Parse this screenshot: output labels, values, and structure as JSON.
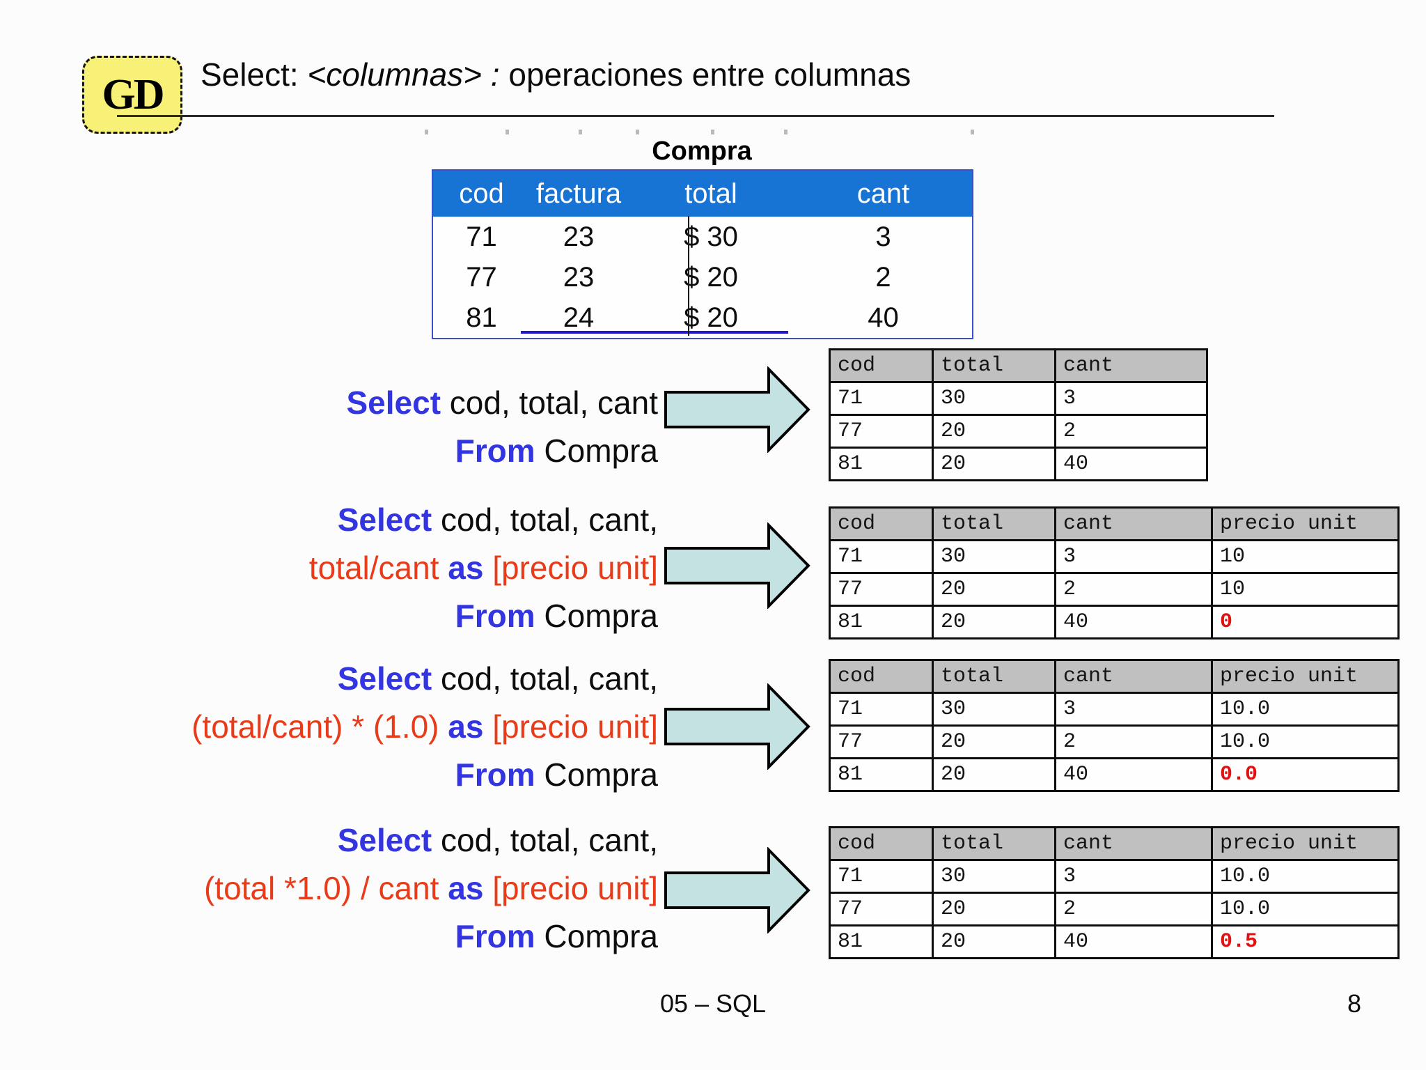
{
  "header": {
    "logo_text": "GD",
    "title": {
      "prefix": "Select: ",
      "italic": "<columnas> :",
      "suffix": " operaciones entre columnas"
    }
  },
  "compra_table": {
    "title": "Compra",
    "headers": [
      "cod",
      "factura",
      "total",
      "cant"
    ],
    "rows": [
      [
        "71",
        "23",
        "$ 30",
        "3"
      ],
      [
        "77",
        "23",
        "$ 20",
        "2"
      ],
      [
        "81",
        "24",
        "$ 20",
        "40"
      ]
    ]
  },
  "colors": {
    "keyword_blue": "#3335e0",
    "expression_red": "#e83b1a",
    "result_red": "#e11212",
    "compra_header_blue": "#1773d4",
    "result_header_gray": "#c0c0c0",
    "arrow_fill": "#c4e2e2",
    "logo_yellow": "#f8f178"
  },
  "examples": [
    {
      "query_lines": [
        [
          {
            "t": "Select",
            "c": "kw"
          },
          {
            "t": " cod, total, cant",
            "c": "plain"
          }
        ],
        [
          {
            "t": "From",
            "c": "kw"
          },
          {
            "t": " Compra",
            "c": "plain"
          }
        ]
      ],
      "result": {
        "headers": [
          "cod",
          "total",
          "cant"
        ],
        "rows": [
          [
            "71",
            "30",
            "3"
          ],
          [
            "77",
            "20",
            "2"
          ],
          [
            "81",
            "20",
            "40"
          ]
        ]
      }
    },
    {
      "query_lines": [
        [
          {
            "t": "Select",
            "c": "kw"
          },
          {
            "t": " cod, total, cant,",
            "c": "plain"
          }
        ],
        [
          {
            "t": "total/cant ",
            "c": "red"
          },
          {
            "t": "as",
            "c": "kw"
          },
          {
            "t": " [precio unit]",
            "c": "red"
          }
        ],
        [
          {
            "t": "From",
            "c": "kw"
          },
          {
            "t": " Compra",
            "c": "plain"
          }
        ]
      ],
      "result": {
        "headers": [
          "cod",
          "total",
          "cant",
          "precio unit"
        ],
        "rows": [
          [
            "71",
            "30",
            "3",
            "10"
          ],
          [
            "77",
            "20",
            "2",
            "10"
          ],
          [
            "81",
            "20",
            "40",
            {
              "v": "0",
              "red": true
            }
          ]
        ]
      }
    },
    {
      "query_lines": [
        [
          {
            "t": "Select",
            "c": "kw"
          },
          {
            "t": " cod, total, cant,",
            "c": "plain"
          }
        ],
        [
          {
            "t": "(total/cant) * (1.0) ",
            "c": "red"
          },
          {
            "t": "as",
            "c": "kw"
          },
          {
            "t": " [precio unit]",
            "c": "red"
          }
        ],
        [
          {
            "t": "From",
            "c": "kw"
          },
          {
            "t": " Compra",
            "c": "plain"
          }
        ]
      ],
      "result": {
        "headers": [
          "cod",
          "total",
          "cant",
          "precio unit"
        ],
        "rows": [
          [
            "71",
            "30",
            "3",
            "10.0"
          ],
          [
            "77",
            "20",
            "2",
            "10.0"
          ],
          [
            "81",
            "20",
            "40",
            {
              "v": "0.0",
              "red": true
            }
          ]
        ]
      }
    },
    {
      "query_lines": [
        [
          {
            "t": "Select",
            "c": "kw"
          },
          {
            "t": " cod, total, cant,",
            "c": "plain"
          }
        ],
        [
          {
            "t": "(total *1.0) / cant ",
            "c": "red"
          },
          {
            "t": "as",
            "c": "kw"
          },
          {
            "t": " [precio unit]",
            "c": "red"
          }
        ],
        [
          {
            "t": "From",
            "c": "kw"
          },
          {
            "t": " Compra",
            "c": "plain"
          }
        ]
      ],
      "result": {
        "headers": [
          "cod",
          "total",
          "cant",
          "precio unit"
        ],
        "rows": [
          [
            "71",
            "30",
            "3",
            "10.0"
          ],
          [
            "77",
            "20",
            "2",
            "10.0"
          ],
          [
            "81",
            "20",
            "40",
            {
              "v": "0.5",
              "red": true
            }
          ]
        ]
      }
    }
  ],
  "footer": {
    "center": "05 – SQL",
    "page": "8"
  }
}
